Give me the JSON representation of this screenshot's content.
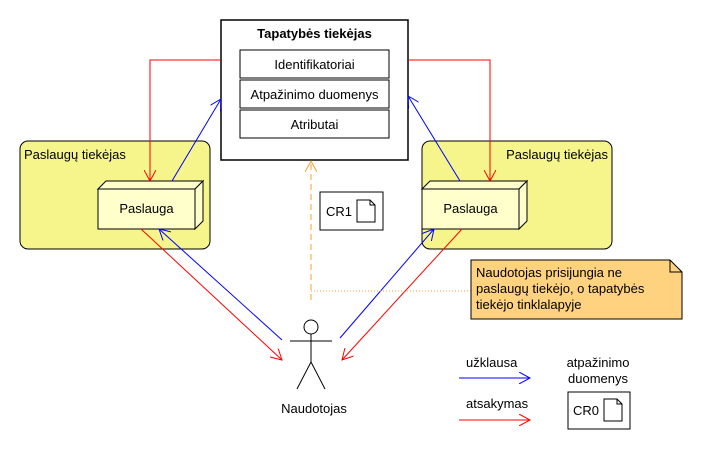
{
  "identity_provider": {
    "title": "Tapatybės tiekėjas",
    "rows": [
      "Identifikatoriai",
      "Atpažinimo duomenys",
      "Atributai"
    ]
  },
  "service_providers": [
    {
      "title": "Paslaugų tiekėjas",
      "service": "Paslauga"
    },
    {
      "title": "Paslaugų tiekėjas",
      "service": "Paslauga"
    }
  ],
  "credential_document": {
    "label": "CR1"
  },
  "note": {
    "lines": [
      "Naudotojas prisijungia ne",
      "paslaugų tiekėjo, o tapatybės",
      "tiekėjo tinklalapyje"
    ]
  },
  "user": {
    "label": "Naudotojas"
  },
  "legend": {
    "request": "užklausa",
    "response": "atsakymas",
    "credentials_lines": [
      "atpažinimo",
      "duomenys"
    ],
    "credentials_doc": "CR0"
  },
  "colors": {
    "request": "#0000ff",
    "response": "#ff0000",
    "dashed": "#f0a030",
    "note_fill": "#ffd280",
    "provider_fill": "#f5f58c",
    "service_fill": "#ffffcc"
  }
}
